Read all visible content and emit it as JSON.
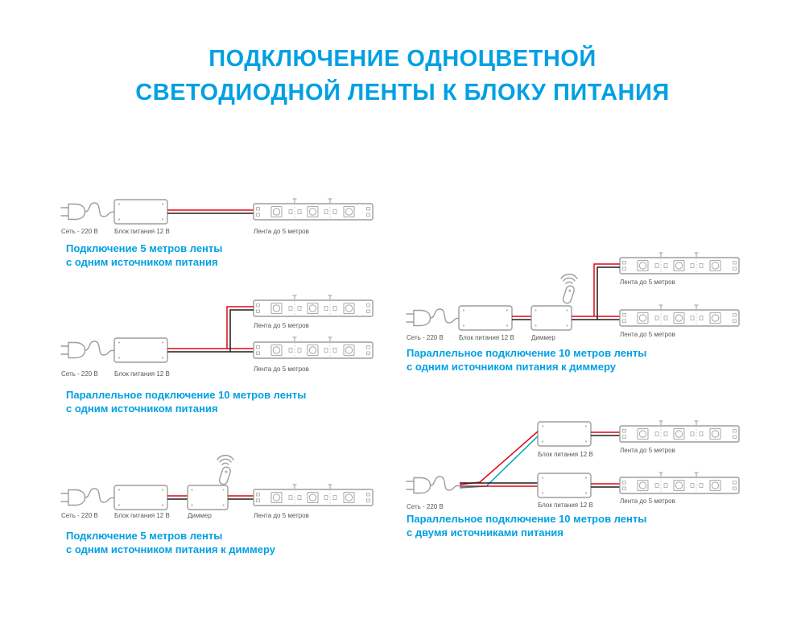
{
  "title": {
    "line1": "ПОДКЛЮЧЕНИЕ ОДНОЦВЕТНОЙ",
    "line2": "СВЕТОДИОДНОЙ ЛЕНТЫ К БЛОКУ ПИТАНИЯ"
  },
  "labels": {
    "mains": "Сеть - 220 В",
    "psu": "Блок питания 12 В",
    "dimmer": "Диммер",
    "strip": "Лента до 5 метров"
  },
  "diagrams": [
    {
      "caption1": "Подключение 5 метров ленты",
      "caption2": "с одним источником питания"
    },
    {
      "caption1": "Параллельное подключение 10 метров ленты",
      "caption2": "с одним источником питания"
    },
    {
      "caption1": "Подключение 5 метров ленты",
      "caption2": "с одним источником питания к диммеру"
    },
    {
      "caption1": "Параллельное подключение 10 метров ленты",
      "caption2": "с одним источником питания к диммеру"
    },
    {
      "caption1": "Параллельное подключение 10 метров ленты",
      "caption2": "с двумя источниками питания"
    }
  ],
  "icons": {
    "plug-icon": "euro mains plug with curly cord",
    "psu-icon": "power supply box",
    "dimmer-icon": "dimmer box",
    "remote-icon": "remote control with signal waves",
    "led-strip-icon": "LED strip segment with 3 LEDs"
  },
  "colors": {
    "accent": "#00A0E3",
    "outline": "#9D9D9C",
    "wire_red": "#E30613",
    "wire_black": "#1D1D1B",
    "wire_teal": "#00A5B8",
    "label_text": "#575756"
  }
}
